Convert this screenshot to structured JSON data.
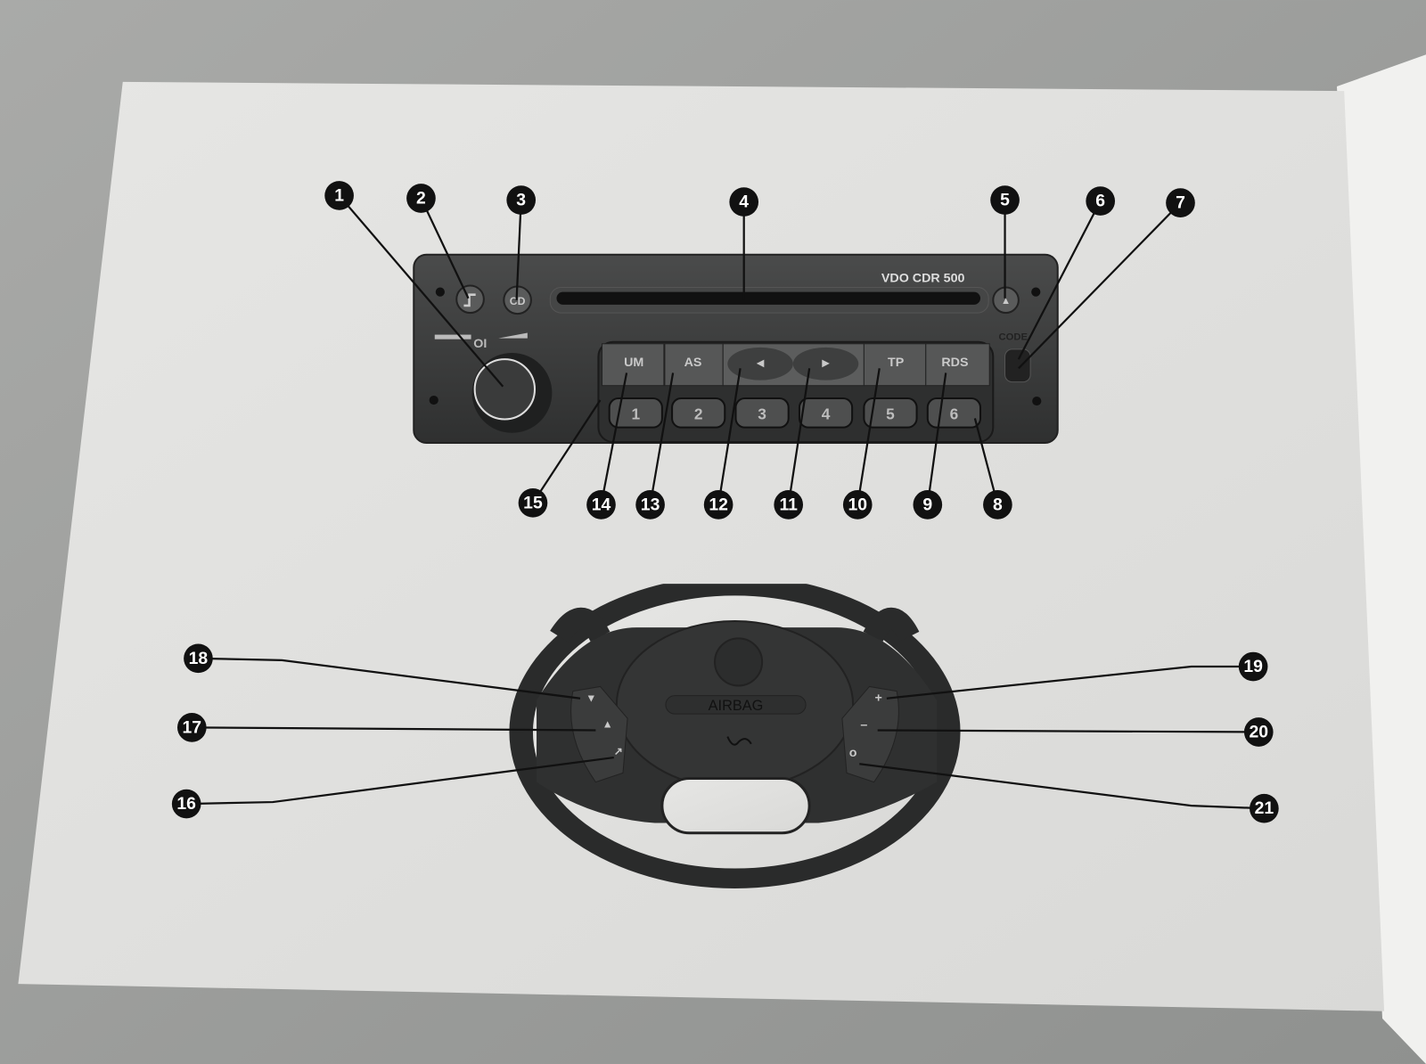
{
  "radio": {
    "brand": "VDO CDR 500",
    "cd_label": "CD",
    "code_label": "CODE",
    "power_label": "OI",
    "buttons": [
      "UM",
      "AS",
      "◄",
      "►",
      "TP",
      "RDS"
    ],
    "presets": [
      "1",
      "2",
      "3",
      "4",
      "5",
      "6"
    ],
    "eject_symbol": "▲"
  },
  "steering": {
    "airbag_label": "AIRBAG",
    "left_controls": [
      "▼",
      "▲",
      "↗"
    ],
    "right_controls": [
      "+",
      "–",
      "o"
    ]
  },
  "callouts": [
    "1",
    "2",
    "3",
    "4",
    "5",
    "6",
    "7",
    "8",
    "9",
    "10",
    "11",
    "12",
    "13",
    "14",
    "15",
    "16",
    "17",
    "18",
    "19",
    "20",
    "21"
  ],
  "colors": {
    "page": "#e3e3e1",
    "radio": "#3f4040",
    "callout": "#111111"
  }
}
